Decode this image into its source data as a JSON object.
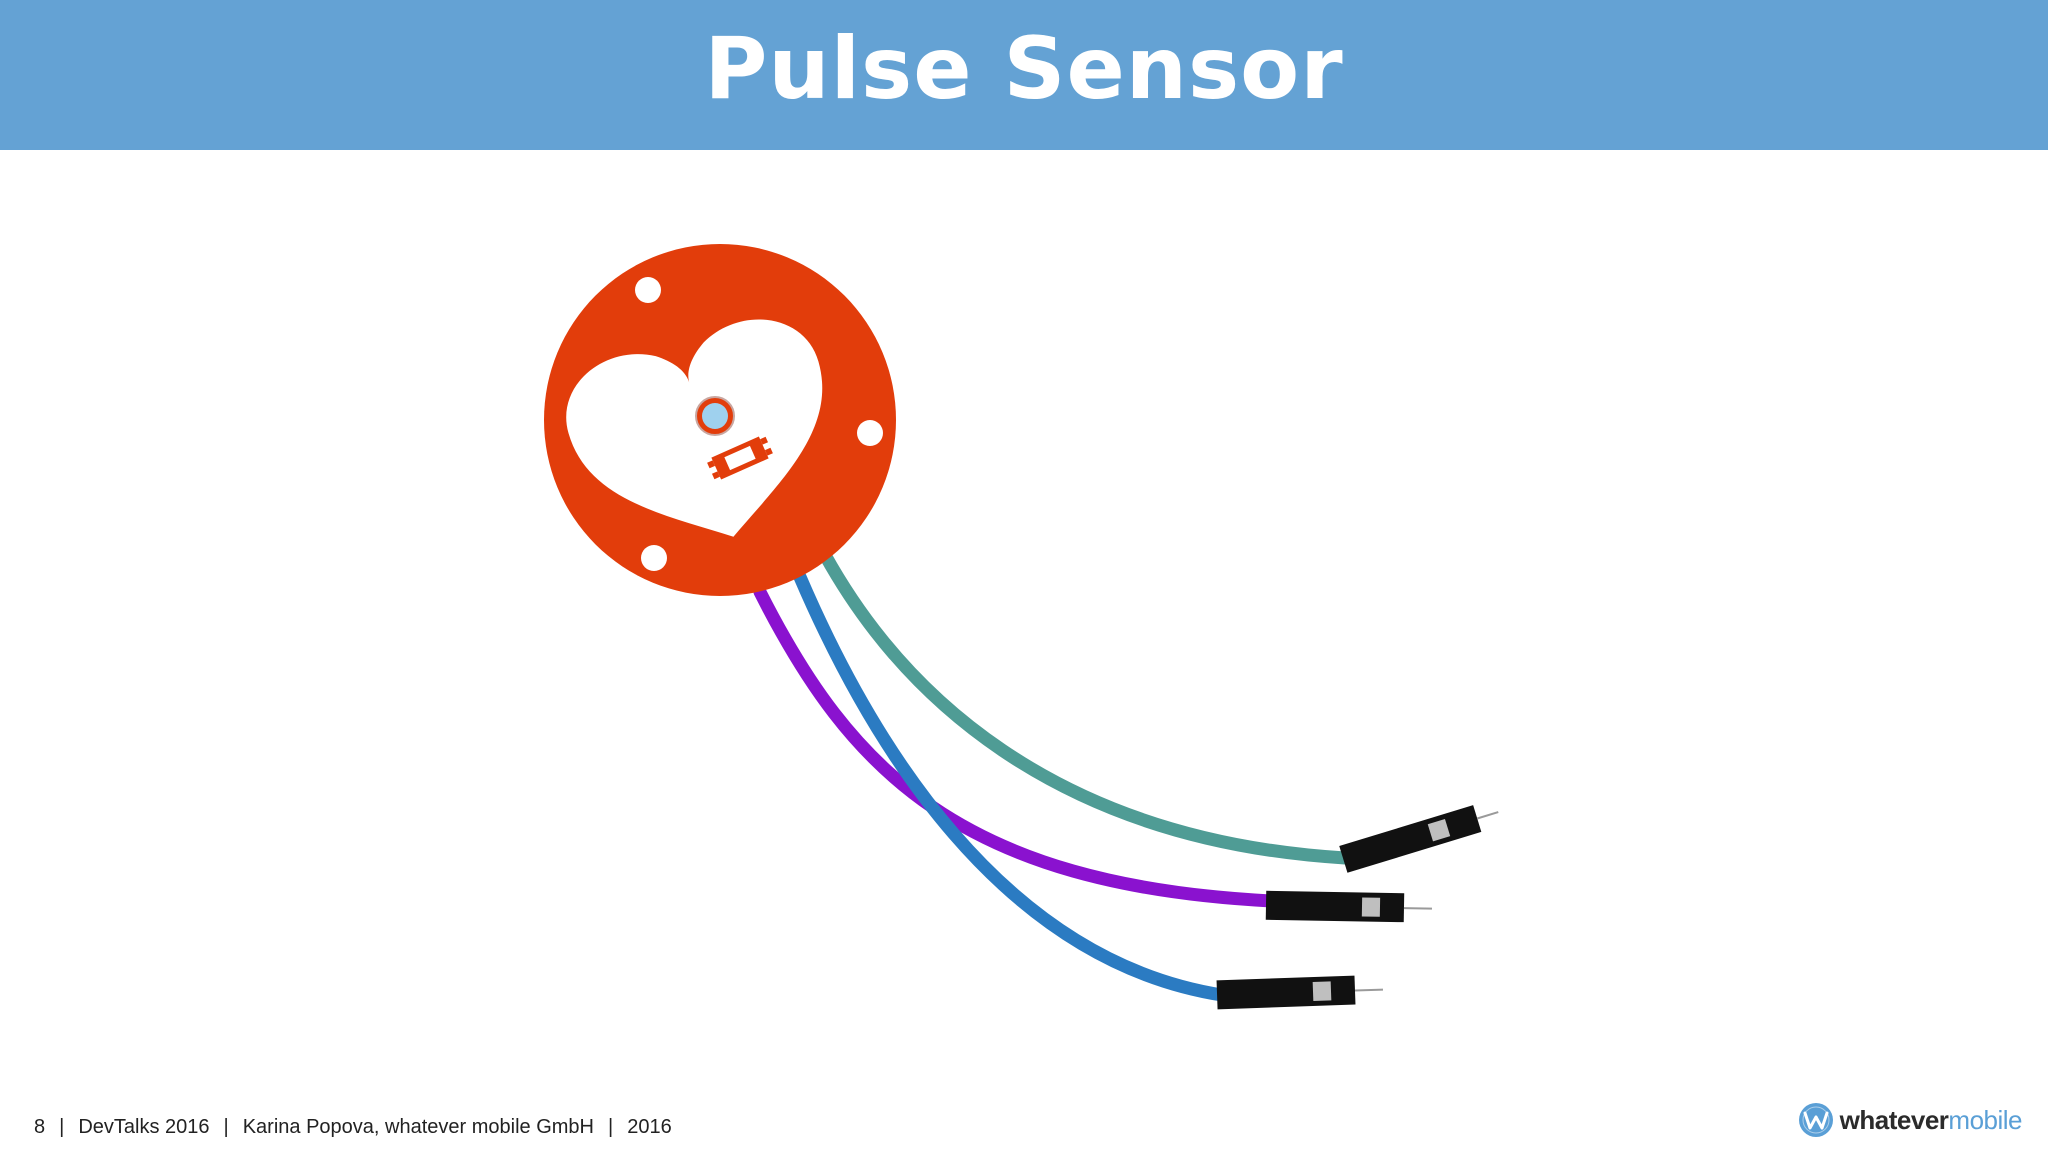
{
  "slide": {
    "title": "Pulse Sensor"
  },
  "footer": {
    "page_number": "8",
    "separator": "|",
    "event": "DevTalks 2016",
    "author": "Karina Popova, whatever mobile GmbH",
    "year": "2016"
  },
  "logo": {
    "word_dark": "whatever",
    "word_blue": "mobile",
    "icon": "w-logo-icon"
  },
  "colors": {
    "header_bg": "#64a2d4",
    "sensor_board": "#e23d0b",
    "wire_teal": "#4f9c95",
    "wire_purple": "#8a12cf",
    "wire_blue": "#2b7bc2",
    "connector": "#111111",
    "logo_blue": "#5a9fd6"
  }
}
